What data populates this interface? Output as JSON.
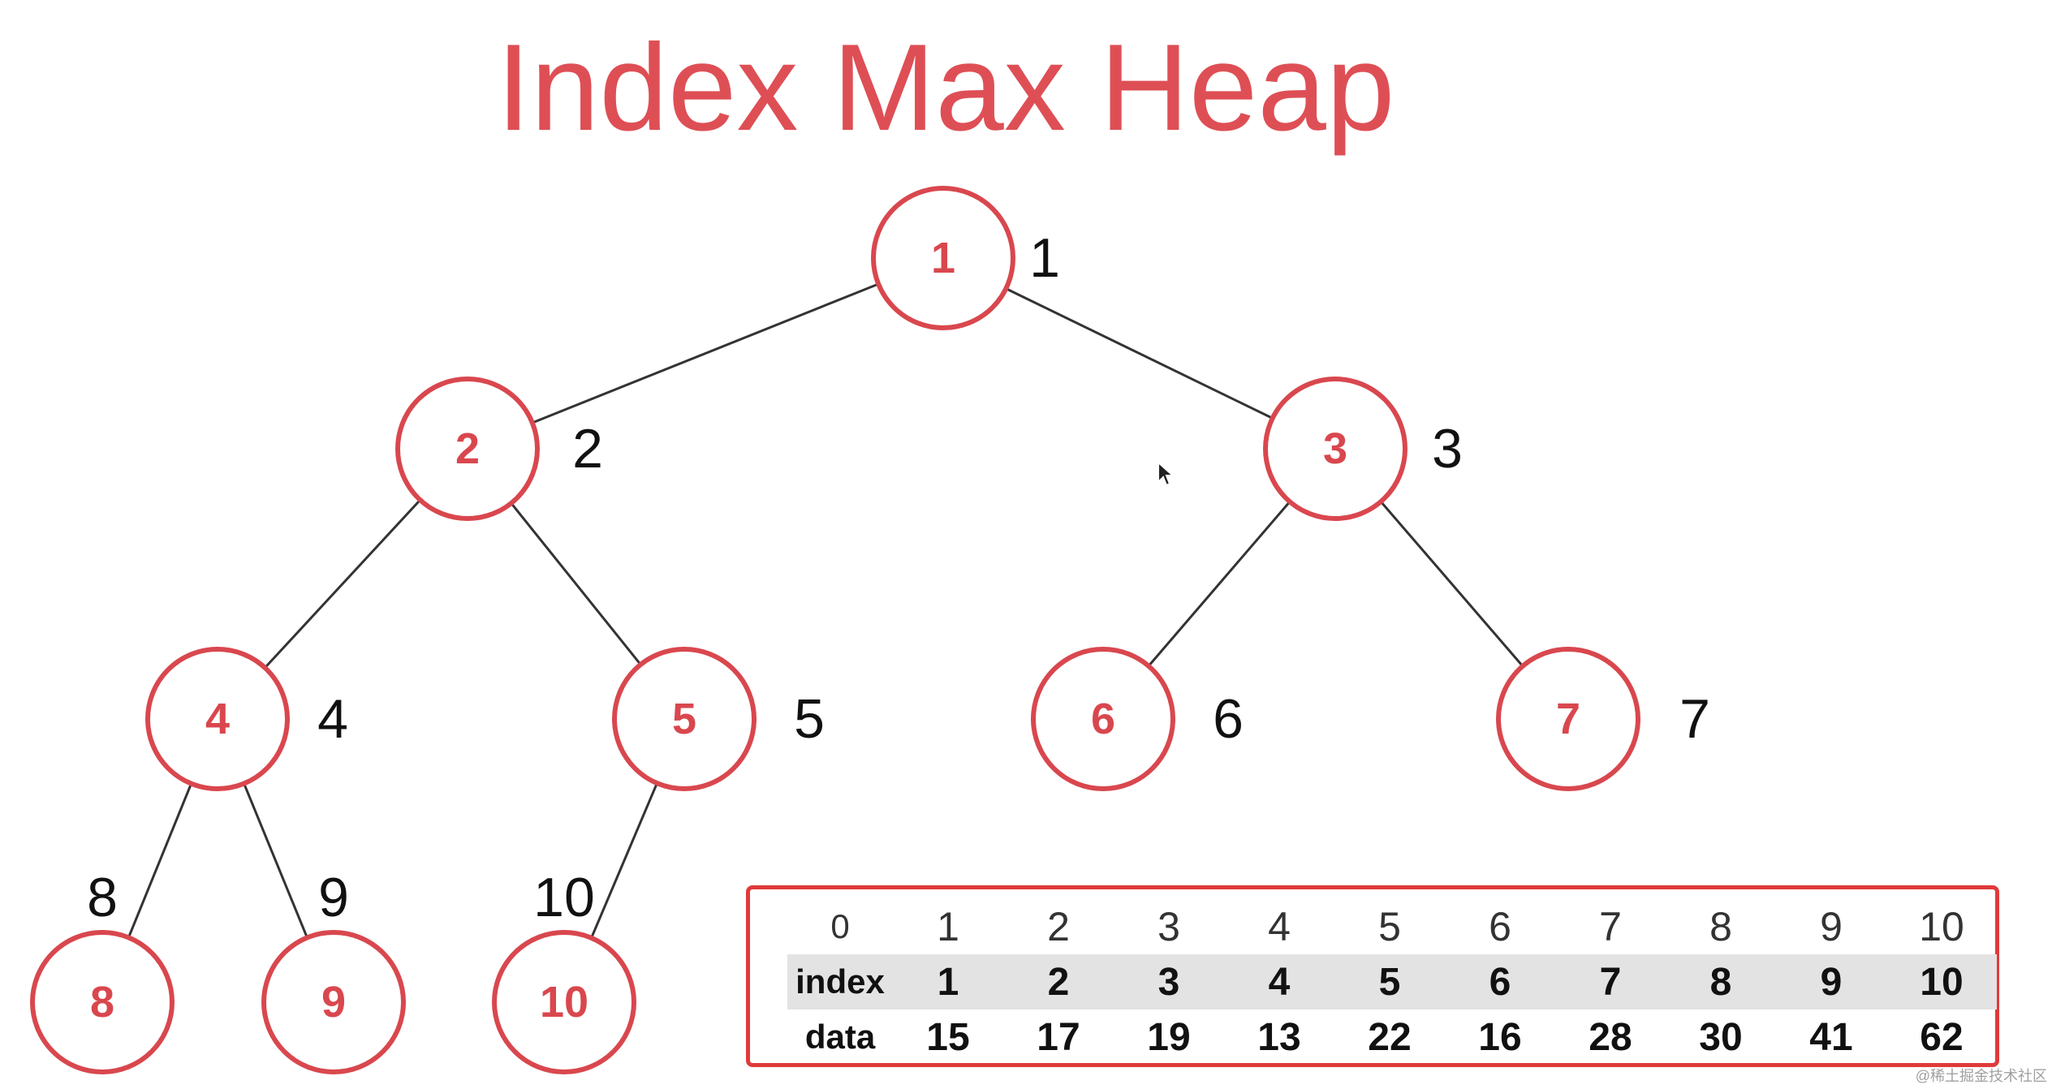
{
  "title": "Index Max Heap",
  "tree": {
    "nodes": [
      {
        "label": "1",
        "pos": "1"
      },
      {
        "label": "2",
        "pos": "2"
      },
      {
        "label": "3",
        "pos": "3"
      },
      {
        "label": "4",
        "pos": "4"
      },
      {
        "label": "5",
        "pos": "5"
      },
      {
        "label": "6",
        "pos": "6"
      },
      {
        "label": "7",
        "pos": "7"
      },
      {
        "label": "8",
        "pos": "8"
      },
      {
        "label": "9",
        "pos": "9"
      },
      {
        "label": "10",
        "pos": "10"
      }
    ],
    "edges": [
      [
        1,
        2
      ],
      [
        1,
        3
      ],
      [
        2,
        4
      ],
      [
        2,
        5
      ],
      [
        3,
        6
      ],
      [
        3,
        7
      ],
      [
        4,
        8
      ],
      [
        4,
        9
      ],
      [
        5,
        10
      ]
    ]
  },
  "array": {
    "header": [
      "0",
      "1",
      "2",
      "3",
      "4",
      "5",
      "6",
      "7",
      "8",
      "9",
      "10"
    ],
    "index_label": "index",
    "index": [
      "1",
      "2",
      "3",
      "4",
      "5",
      "6",
      "7",
      "8",
      "9",
      "10"
    ],
    "data_label": "data",
    "data": [
      "15",
      "17",
      "19",
      "13",
      "22",
      "16",
      "28",
      "30",
      "41",
      "62"
    ]
  },
  "watermark": "@稀土掘金技术社区",
  "colors": {
    "accent": "#de4f55",
    "node_stroke": "#d9474e",
    "box_border": "#e03a3a",
    "row_highlight": "#e3e3e3"
  }
}
